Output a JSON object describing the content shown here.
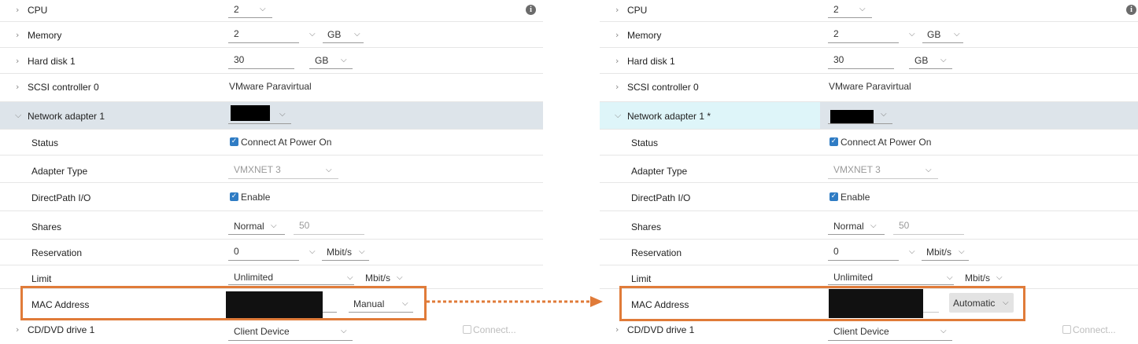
{
  "left": {
    "cpu": {
      "label": "CPU",
      "value": "2"
    },
    "memory": {
      "label": "Memory",
      "value": "2",
      "unit": "GB"
    },
    "hard_disk": {
      "label": "Hard disk 1",
      "value": "30",
      "unit": "GB"
    },
    "scsi": {
      "label": "SCSI controller 0",
      "value": "VMware Paravirtual"
    },
    "network_adapter": {
      "label": "Network adapter 1"
    },
    "status": {
      "label": "Status",
      "value": "Connect At Power On"
    },
    "adapter_type": {
      "label": "Adapter Type",
      "value": "VMXNET 3"
    },
    "directpath": {
      "label": "DirectPath I/O",
      "value": "Enable"
    },
    "shares": {
      "label": "Shares",
      "value": "Normal",
      "number": "50"
    },
    "reservation": {
      "label": "Reservation",
      "value": "0",
      "unit": "Mbit/s"
    },
    "limit": {
      "label": "Limit",
      "value": "Unlimited",
      "unit": "Mbit/s"
    },
    "mac": {
      "label": "MAC Address",
      "mode": "Manual"
    },
    "cd_dvd": {
      "label": "CD/DVD drive 1",
      "value": "Client Device",
      "connect": "Connect..."
    }
  },
  "right": {
    "cpu": {
      "label": "CPU",
      "value": "2"
    },
    "memory": {
      "label": "Memory",
      "value": "2",
      "unit": "GB"
    },
    "hard_disk": {
      "label": "Hard disk 1",
      "value": "30",
      "unit": "GB"
    },
    "scsi": {
      "label": "SCSI controller 0",
      "value": "VMware Paravirtual"
    },
    "network_adapter": {
      "label": "Network adapter 1 *"
    },
    "status": {
      "label": "Status",
      "value": "Connect At Power On"
    },
    "adapter_type": {
      "label": "Adapter Type",
      "value": "VMXNET 3"
    },
    "directpath": {
      "label": "DirectPath I/O",
      "value": "Enable"
    },
    "shares": {
      "label": "Shares",
      "value": "Normal",
      "number": "50"
    },
    "reservation": {
      "label": "Reservation",
      "value": "0",
      "unit": "Mbit/s"
    },
    "limit": {
      "label": "Limit",
      "value": "Unlimited",
      "unit": "Mbit/s"
    },
    "mac": {
      "label": "MAC Address",
      "mode": "Automatic"
    },
    "cd_dvd": {
      "label": "CD/DVD drive 1",
      "value": "Client Device",
      "connect": "Connect..."
    }
  },
  "icons": {
    "expand": "chevron-right-icon",
    "collapse": "chevron-down-icon",
    "dropdown": "chevron-down-icon",
    "info": "info-icon",
    "checkbox": "checkbox-checked-icon",
    "arrow": "dotted-arrow-icon"
  },
  "colors": {
    "highlight": "#e07b39",
    "row_selected": "#dde4ea",
    "row_modified": "#def5f9",
    "checkbox": "#2f7cc4"
  }
}
